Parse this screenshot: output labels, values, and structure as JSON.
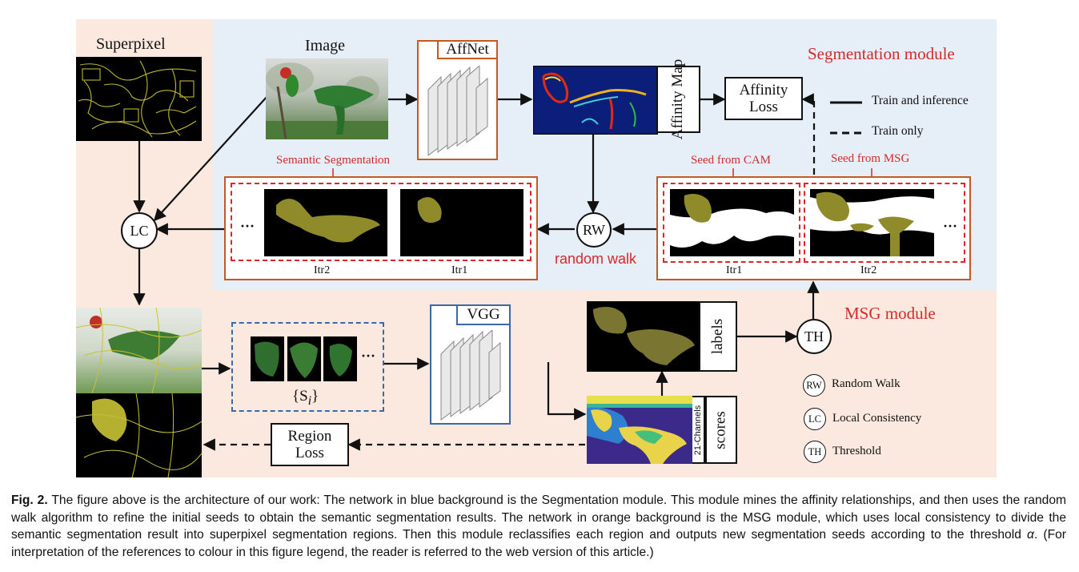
{
  "figure": {
    "labels": {
      "superpixel": "Superpixel",
      "image": "Image",
      "affnet": "AffNet",
      "affinity_map": "Affinity Map",
      "affinity_loss_line1": "Affinity",
      "affinity_loss_line2": "Loss",
      "segmentation_module": "Segmentation module",
      "train_and_inference": "Train and inference",
      "train_only": "Train only",
      "semantic_segmentation": "Semantic Segmentation",
      "seed_from_cam": "Seed from CAM",
      "seed_from_msg": "Seed from MSG",
      "ellipsis": "···",
      "itr2_left": "Itr2",
      "itr1_left": "Itr1",
      "itr1_right": "Itr1",
      "itr2_right": "Itr2",
      "random_walk_caption": "random walk",
      "msg_module": "MSG module",
      "vgg": "VGG",
      "labels_box": "labels",
      "scores_box": "scores",
      "channels_21": "21-Channels",
      "si_set": "{S",
      "si_sub": "i",
      "si_close": "}",
      "region_loss_line1": "Region",
      "region_loss_line2": "Loss"
    },
    "nodes": {
      "lc": "LC",
      "rw": "RW",
      "th": "TH"
    },
    "legend": [
      {
        "abbr": "RW",
        "label": "Random Walk"
      },
      {
        "abbr": "LC",
        "label": "Local Consistency"
      },
      {
        "abbr": "TH",
        "label": "Threshold"
      }
    ],
    "colors": {
      "blue_background": "#e6eef8",
      "orange_background": "#fbe8df",
      "red": "#d42a2a",
      "orange_border": "#c45a22",
      "blue_border": "#3d68a8",
      "segment_olive": "#8f8a2a"
    }
  },
  "caption": {
    "label": "Fig. 2.",
    "text": "The figure above is the architecture of our work: The network in blue background is the Segmentation module. This module mines the affinity relationships, and then uses the random walk algorithm to refine the initial seeds to obtain the semantic segmentation results. The network in orange background is the MSG module, which uses local consistency to divide the semantic segmentation result into superpixel segmentation regions. Then this module reclassifies each region and outputs new segmentation seeds according to the threshold",
    "alpha": "α",
    "text_end": ". (For interpretation of the references to colour in this figure legend, the reader is referred to the web version of this article.)"
  }
}
